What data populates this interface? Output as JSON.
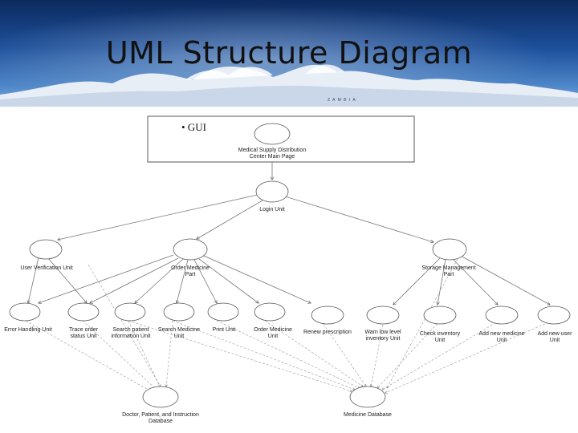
{
  "slide": {
    "title": "UML Structure Diagram",
    "header_caption": "Z A M B I A",
    "gui_label": "• GUI"
  },
  "diagram": {
    "nodes": [
      {
        "id": "main-page",
        "label": "Medical Supply Distribution Center Main Page"
      },
      {
        "id": "login",
        "label": "Login Unit"
      },
      {
        "id": "user-verification",
        "label": "User Verification Unit"
      },
      {
        "id": "order-medicine-part",
        "label": "Order Medicine Part"
      },
      {
        "id": "storage-management",
        "label": "Storage Management Part"
      },
      {
        "id": "error-handling",
        "label": "Error Handling Unit"
      },
      {
        "id": "trace-order",
        "label": "Trace order status Unit"
      },
      {
        "id": "search-patient",
        "label": "Search patient information Unit"
      },
      {
        "id": "search-medicine",
        "label": "Search Medicine Unit"
      },
      {
        "id": "print",
        "label": "Print Unit"
      },
      {
        "id": "order-medicine",
        "label": "Order Medicine Unit"
      },
      {
        "id": "renew-prescription",
        "label": "Renew prescription"
      },
      {
        "id": "warn-low-level",
        "label": "Warn low level inventory Unit"
      },
      {
        "id": "check-inventory",
        "label": "Check inventory Unit"
      },
      {
        "id": "add-new-medicine",
        "label": "Add new medicine Unit"
      },
      {
        "id": "add-new-user",
        "label": "Add new user Unit"
      },
      {
        "id": "doctor-patient-db",
        "label": "Doctor, Patient, and Instruction Database"
      },
      {
        "id": "medicine-db",
        "label": "Medicine Database"
      }
    ]
  }
}
